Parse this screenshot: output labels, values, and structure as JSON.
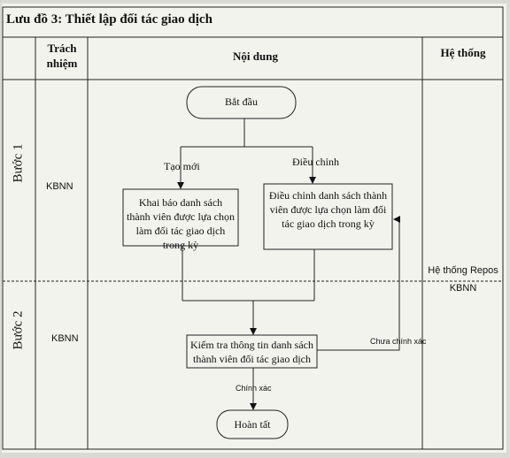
{
  "title": "Lưu đồ 3: Thiết lập đối tác giao dịch",
  "headers": {
    "responsibility": "Trách nhiệm",
    "content": "Nội dung",
    "system": "Hệ thống"
  },
  "rows": [
    {
      "step": "Bước 1",
      "actor": "KBNN"
    },
    {
      "step": "Bước 2",
      "actor": "KBNN"
    }
  ],
  "system_label": "Hệ thống Repos KBNN",
  "nodes": {
    "start": "Bắt đầu",
    "declare": "Khai báo danh sách thành viên được lựa chọn làm đối tác giao dịch trong kỳ",
    "adjust": "Điều chỉnh danh sách thành viên được lựa chọn làm đối tác giao dịch trong kỳ",
    "check": "Kiểm tra thông tin danh sách thành viên đối tác giao dịch",
    "finish": "Hoàn tất"
  },
  "edges": {
    "new": "Tạo mới",
    "adjust": "Điều chỉnh",
    "incorrect": "Chưa chính xác",
    "correct": "Chính xác"
  }
}
